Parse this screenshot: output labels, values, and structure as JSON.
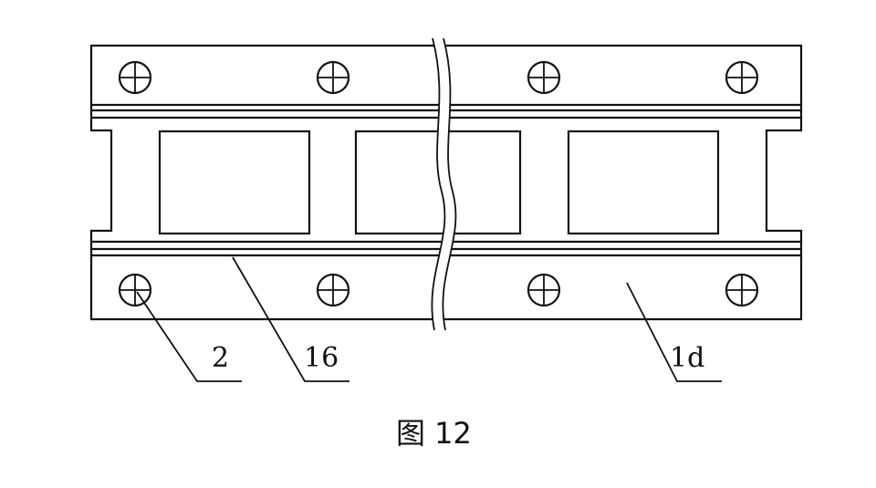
{
  "labels": {
    "bolt": "2",
    "strip": "16",
    "plate": "1d"
  },
  "caption": "图 12",
  "colors": {
    "line": "#111111",
    "background": "#ffffff"
  }
}
